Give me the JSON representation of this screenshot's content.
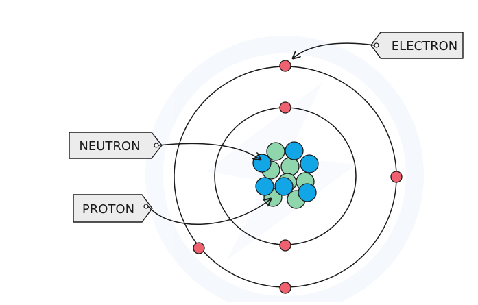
{
  "labels": {
    "electron": "ELECTRON",
    "neutron": "NEUTRON",
    "proton": "PROTON"
  },
  "colors": {
    "stroke": "#1a1a1a",
    "electron": "#ee6270",
    "neutron": "#8fd6ad",
    "proton": "#12a6e6",
    "tag_fill": "#ececec",
    "watermark": "#eef4fb"
  },
  "counts": {
    "inner_shell_electrons": 2,
    "outer_shell_electrons": 4,
    "protons": 6,
    "neutrons": 7
  }
}
